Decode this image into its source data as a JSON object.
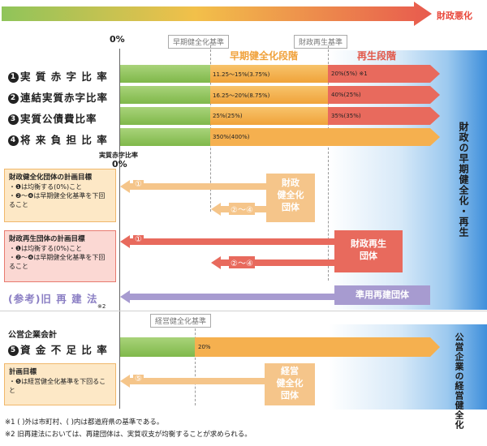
{
  "header": {
    "title": "財政悪化"
  },
  "zero_label": "0%",
  "labels": {
    "early_standard": "早期健全化基準",
    "rebuild_standard": "財政再生基準",
    "early_stage": "早期健全化段階",
    "rebuild_stage": "再生段階",
    "mgmt_standard": "経営健全化基準"
  },
  "indicators": [
    {
      "num": "1",
      "name": "実 質 赤 字 比 率",
      "early": "11.25～15%(3.75%)",
      "rebuild": "20%(5%)  ※1"
    },
    {
      "num": "2",
      "name": "連結実質赤字比率",
      "early": "16.25～20%(8.75%)",
      "rebuild": "40%(25%)"
    },
    {
      "num": "3",
      "name": "実質公債費比率",
      "early": "25%(25%)",
      "rebuild": "35%(35%)"
    },
    {
      "num": "4",
      "name": "将 来 負 担 比 率",
      "early": "350%(400%)",
      "rebuild": ""
    }
  ],
  "sub_axis": {
    "label": "実質赤字比率",
    "zero": "0%"
  },
  "plan1": {
    "title": "財政健全化団体の計画目標",
    "line1": "・❶は均衡する(0%)こと",
    "line2": "・❷～❹は早期健全化基準を下回ること",
    "arrow_label": "財政\n健全化\n団体",
    "arrow1": "①",
    "arrow2": "②～④"
  },
  "plan2": {
    "title": "財政再生団体の計画目標",
    "line1": "・❶は均衡する(0%)こと",
    "line2": "・❷～❹は早期健全化基準を下回ること",
    "arrow_label": "財政再生\n団体",
    "arrow1": "①",
    "arrow2": "②～④"
  },
  "reference": {
    "label": "(参考)旧 再 建 法",
    "note": "※2",
    "arrow_label": "準用再建団体"
  },
  "public_enterprise": {
    "title": "公営企業会計",
    "num": "5",
    "name": "資 金 不 足 比 率",
    "value": "20%",
    "plan_title": "計画目標",
    "plan_line": "・❺は経営健全化基準を下回ること",
    "arrow_label": "経営\n健全化\n団体",
    "arrow1": "⑤"
  },
  "side": {
    "top": "財政の早期健全化・再生",
    "bottom": "公営企業の経営健全化"
  },
  "footnotes": {
    "n1": "※1 ( )外は市町村、( )内は都道府県の基準である。",
    "n2": "※2 旧再建法においては、再建団体は、実質収支が均衡することが求められる。"
  },
  "colors": {
    "green": "#8cc05a",
    "orange": "#f5b04f",
    "red": "#e86a5d",
    "purple": "#a79bd0",
    "blue": "#3c8fd8"
  }
}
